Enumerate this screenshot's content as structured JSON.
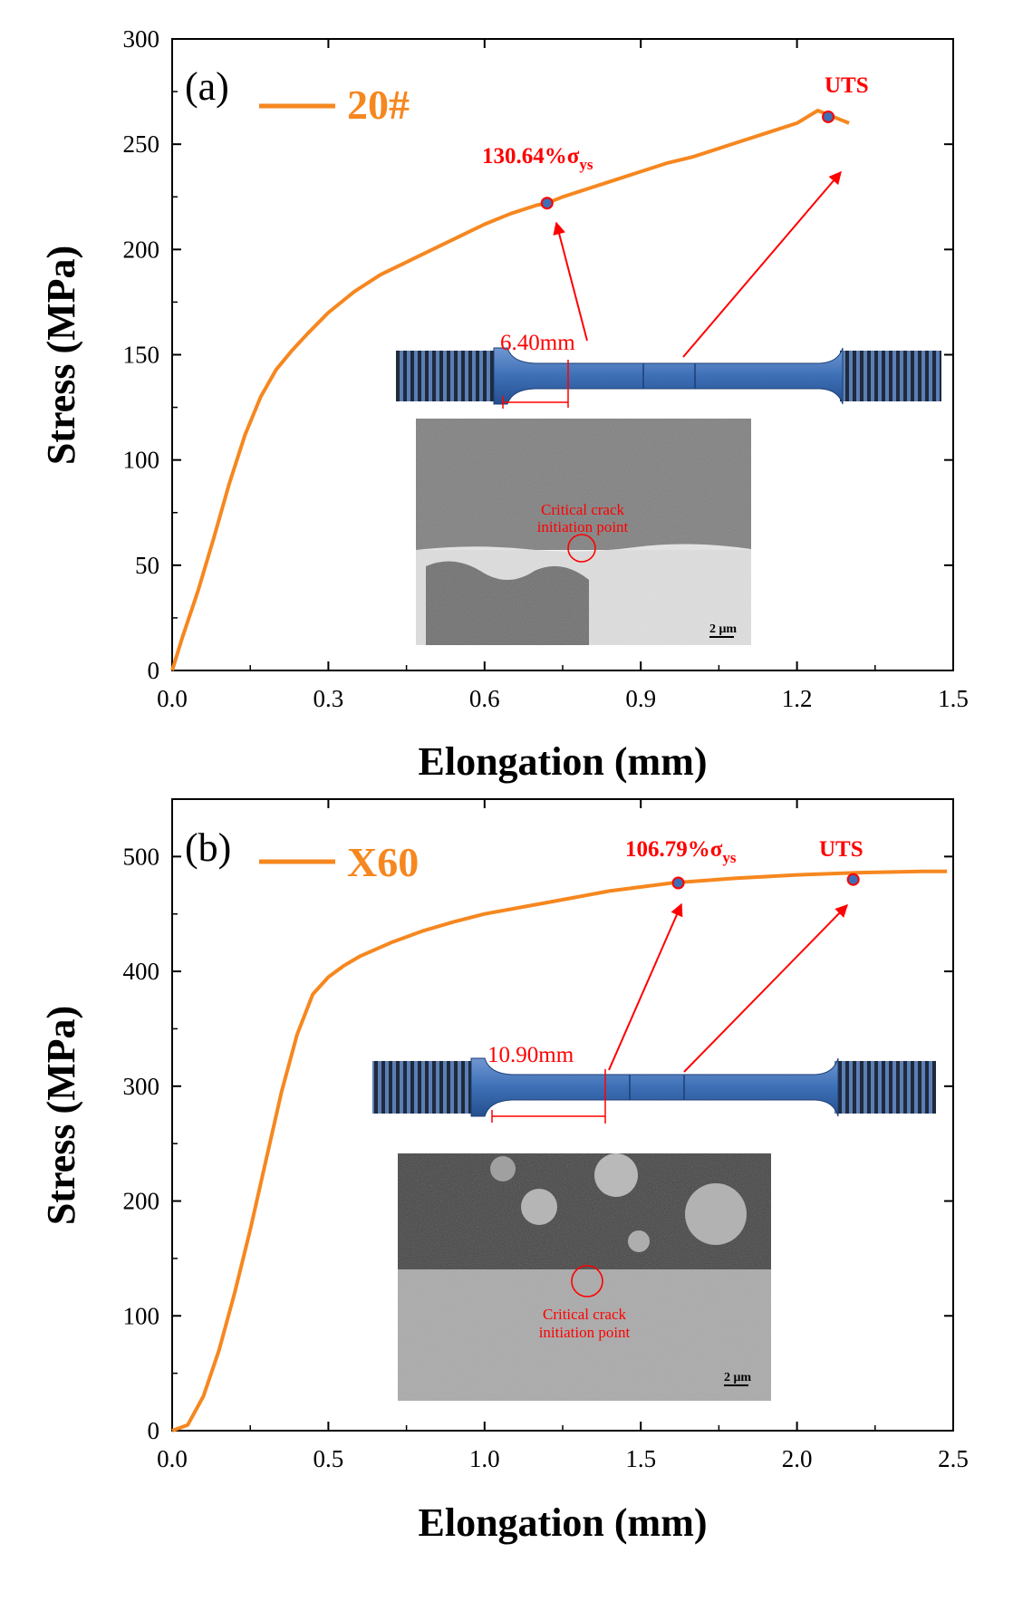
{
  "colors": {
    "curve": "#f6871f",
    "annotation": "#ff0000",
    "specimen": "#3d6fb6",
    "marker": "#3d6fb6"
  },
  "chart_data": [
    {
      "type": "line",
      "panel_label": "(a)",
      "xlabel": "Elongation (mm)",
      "ylabel": "Stress (MPa)",
      "xlim": [
        0,
        1.5
      ],
      "ylim": [
        0,
        300
      ],
      "xticks": [
        "0.0",
        "0.3",
        "0.6",
        "0.9",
        "1.2",
        "1.5"
      ],
      "yticks": [
        "0",
        "50",
        "100",
        "150",
        "200",
        "250",
        "300"
      ],
      "grid": false,
      "legend_position": "top-left",
      "series": [
        {
          "name": "20#",
          "x": [
            0,
            0.02,
            0.05,
            0.08,
            0.11,
            0.14,
            0.17,
            0.2,
            0.23,
            0.26,
            0.3,
            0.35,
            0.4,
            0.45,
            0.5,
            0.55,
            0.6,
            0.65,
            0.7,
            0.72,
            0.75,
            0.8,
            0.85,
            0.9,
            0.95,
            1.0,
            1.05,
            1.1,
            1.15,
            1.2,
            1.24,
            1.26,
            1.28,
            1.3
          ],
          "y": [
            0,
            16,
            38,
            63,
            89,
            112,
            130,
            143,
            152,
            160,
            170,
            180,
            188,
            194,
            200,
            206,
            212,
            217,
            221,
            222,
            225,
            229,
            233,
            237,
            241,
            244,
            248,
            252,
            256,
            260,
            266,
            264,
            262,
            260
          ]
        }
      ],
      "annotations": [
        {
          "label": "130.64%",
          "label_sub": "ys",
          "x": 0.72,
          "y": 222
        },
        {
          "label": "UTS",
          "x": 1.26,
          "y": 263
        }
      ],
      "inset": {
        "dimension": "6.40mm",
        "crack_label_line1": "Critical crack",
        "crack_label_line2": "initiation point",
        "scale_bar": "2 μm"
      }
    },
    {
      "type": "line",
      "panel_label": "(b)",
      "xlabel": "Elongation (mm)",
      "ylabel": "Stress (MPa)",
      "xlim": [
        0,
        2.5
      ],
      "ylim": [
        0,
        550
      ],
      "xticks": [
        "0.0",
        "0.5",
        "1.0",
        "1.5",
        "2.0",
        "2.5"
      ],
      "yticks": [
        "0",
        "100",
        "200",
        "300",
        "400",
        "500"
      ],
      "grid": false,
      "legend_position": "top-left",
      "series": [
        {
          "name": "X60",
          "x": [
            0,
            0.05,
            0.1,
            0.15,
            0.2,
            0.25,
            0.3,
            0.35,
            0.4,
            0.45,
            0.5,
            0.55,
            0.6,
            0.7,
            0.8,
            0.9,
            1.0,
            1.2,
            1.4,
            1.6,
            1.8,
            2.0,
            2.2,
            2.4,
            2.48
          ],
          "y": [
            0,
            5,
            30,
            70,
            120,
            175,
            235,
            295,
            345,
            380,
            395,
            405,
            413,
            425,
            435,
            443,
            450,
            460,
            470,
            477,
            481,
            484,
            486,
            487,
            487
          ]
        }
      ],
      "annotations": [
        {
          "label": "106.79%",
          "label_sub": "ys",
          "x": 1.62,
          "y": 477
        },
        {
          "label": "UTS",
          "x": 2.18,
          "y": 480
        }
      ],
      "inset": {
        "dimension": "10.90mm",
        "crack_label_line1": "Critical crack",
        "crack_label_line2": "initiation point",
        "scale_bar": "2 μm"
      }
    }
  ]
}
